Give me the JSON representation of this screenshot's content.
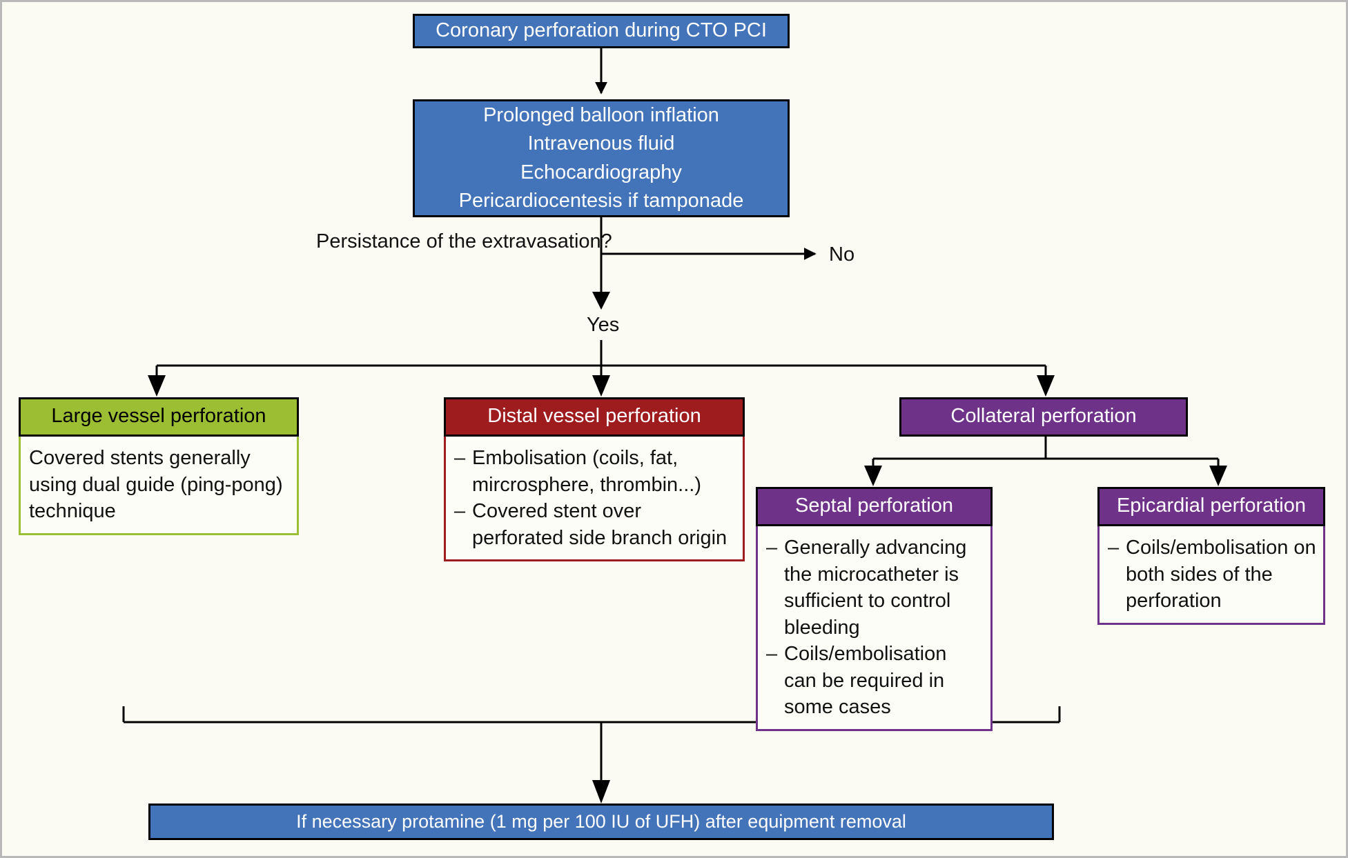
{
  "diagram": {
    "title": "Coronary perforation during CTO PCI management algorithm",
    "colors": {
      "blue": "#4373b8",
      "green": "#9cbe33",
      "red": "#9e1b1e",
      "purple": "#6e3289",
      "background": "#fbfbf4",
      "border": "#000000"
    }
  },
  "start_node": {
    "label": "Coronary perforation during CTO PCI"
  },
  "initial_measures": {
    "lines": [
      "Prolonged balloon inflation",
      "Intravenous fluid",
      "Echocardiography",
      "Pericardiocentesis if tamponade"
    ]
  },
  "decision": {
    "question": "Persistance of the extravasation?",
    "no_label": "No",
    "yes_label": "Yes"
  },
  "branches": [
    {
      "id": "large-vessel",
      "header": "Large vessel perforation",
      "body_lines": [
        "Covered stents generally",
        "using dual guide (ping-pong)",
        "technique"
      ]
    },
    {
      "id": "distal-vessel",
      "header": "Distal vessel perforation",
      "bullets": [
        [
          "Embolisation (coils, fat,",
          "mircrosphere, thrombin...)"
        ],
        [
          "Covered stent over",
          "perforated side branch origin"
        ]
      ],
      "dash": "–"
    },
    {
      "id": "collateral",
      "header": "Collateral perforation"
    },
    {
      "id": "septal",
      "header": "Septal perforation",
      "bullets": [
        [
          "Generally advancing",
          "the microcatheter is",
          "sufficient to control",
          "bleeding"
        ],
        [
          "Coils/embolisation",
          "can be required in",
          "some cases"
        ]
      ],
      "dash": "–"
    },
    {
      "id": "epicardial",
      "header": "Epicardial perforation",
      "bullets": [
        [
          "Coils/embolisation on",
          "both sides of the",
          "perforation"
        ]
      ],
      "dash": "–"
    }
  ],
  "final_node": {
    "label": "If necessary protamine (1 mg per 100 IU of UFH) after equipment removal"
  }
}
